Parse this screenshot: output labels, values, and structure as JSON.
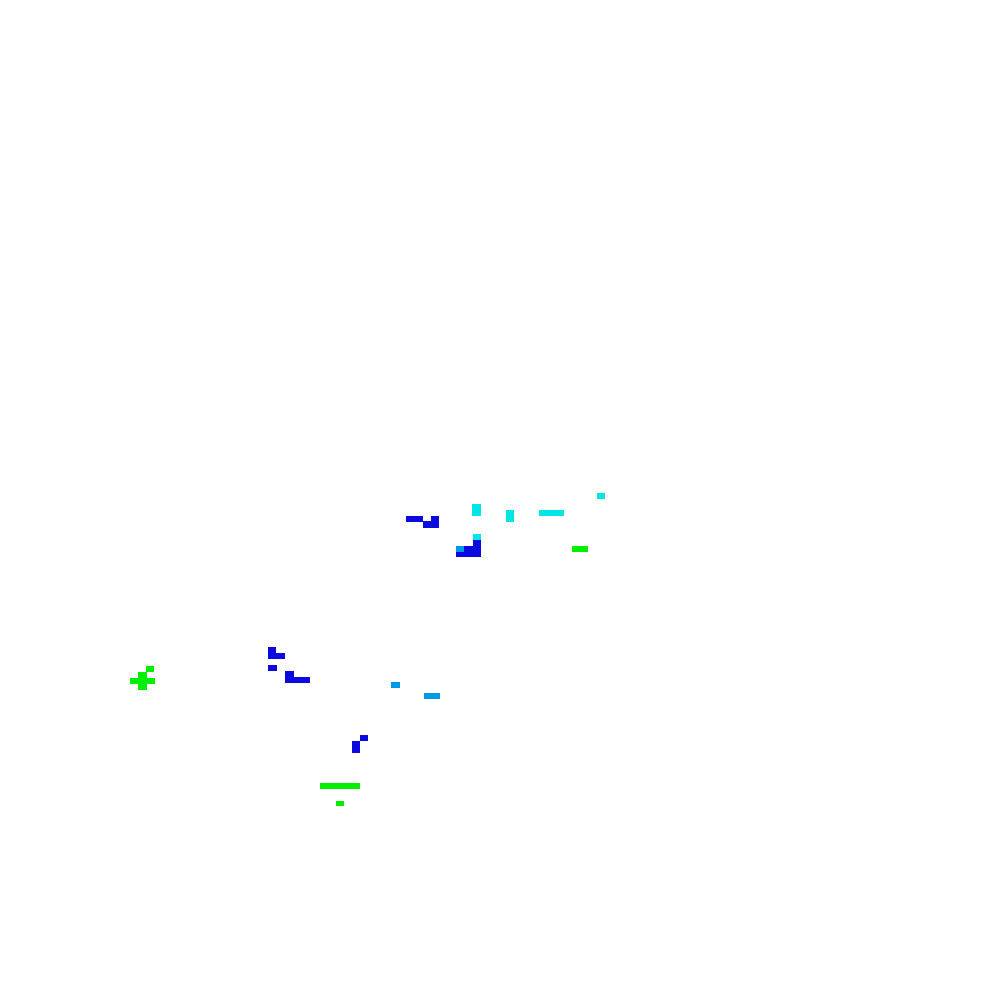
{
  "palette": {
    "background": "#ffffff",
    "blue": "#0a0ae0",
    "cyan": "#00e5e5",
    "sky": "#0099e6",
    "green": "#00ee00"
  },
  "clusters": [
    {
      "name": "cyan-cluster-upper-right",
      "color": "cyan"
    },
    {
      "name": "blue-cluster-upper-center",
      "color": "blue"
    },
    {
      "name": "green-speck-upper-right",
      "color": "green"
    },
    {
      "name": "blue-cluster-left",
      "color": "blue"
    },
    {
      "name": "green-cross-left",
      "color": "green"
    },
    {
      "name": "sky-specks-center",
      "color": "sky"
    },
    {
      "name": "blue-specks-lower-center",
      "color": "blue"
    },
    {
      "name": "green-bar-bottom",
      "color": "green"
    }
  ]
}
